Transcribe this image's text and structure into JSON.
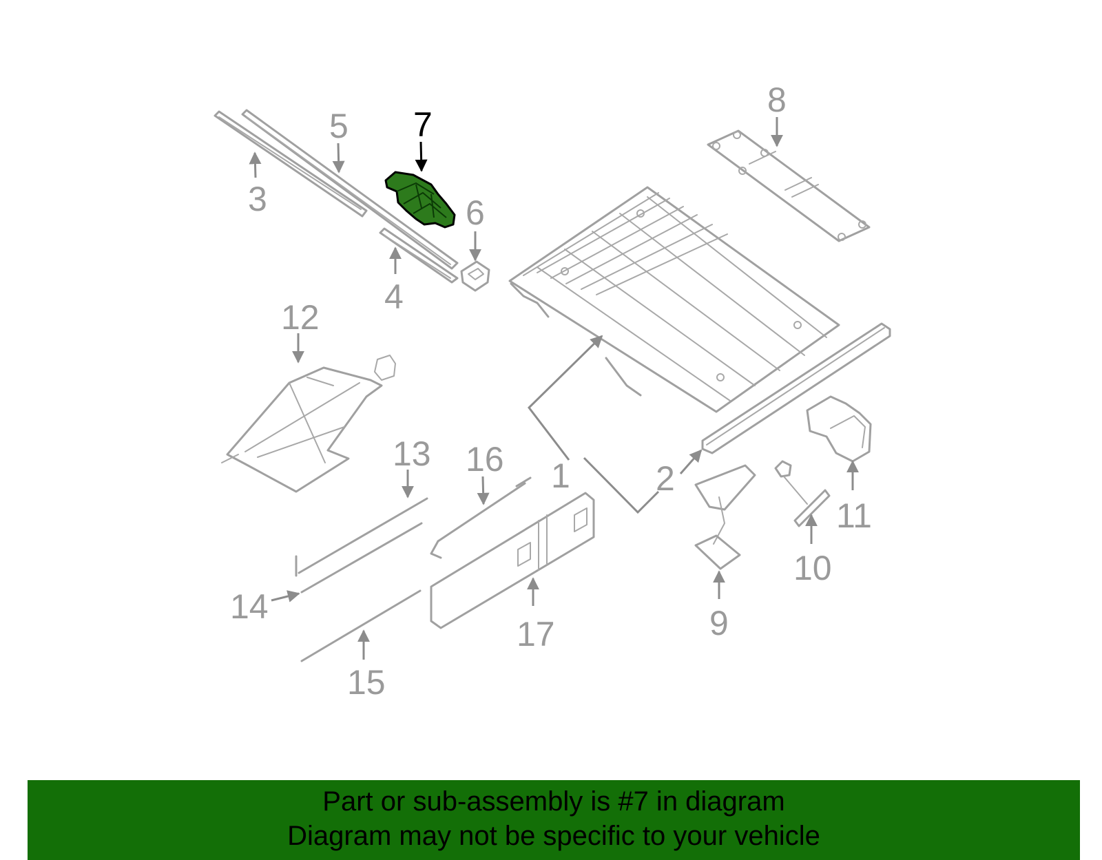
{
  "diagram": {
    "highlight_color": "#2d7a1c",
    "line_color": "#a0a0a0",
    "callouts": [
      {
        "id": "1",
        "label": "1"
      },
      {
        "id": "2",
        "label": "2"
      },
      {
        "id": "3",
        "label": "3"
      },
      {
        "id": "4",
        "label": "4"
      },
      {
        "id": "5",
        "label": "5"
      },
      {
        "id": "6",
        "label": "6"
      },
      {
        "id": "7",
        "label": "7",
        "highlighted": true
      },
      {
        "id": "8",
        "label": "8"
      },
      {
        "id": "9",
        "label": "9"
      },
      {
        "id": "10",
        "label": "10"
      },
      {
        "id": "11",
        "label": "11"
      },
      {
        "id": "12",
        "label": "12"
      },
      {
        "id": "13",
        "label": "13"
      },
      {
        "id": "14",
        "label": "14"
      },
      {
        "id": "15",
        "label": "15"
      },
      {
        "id": "16",
        "label": "16"
      },
      {
        "id": "17",
        "label": "17"
      }
    ]
  },
  "banner": {
    "background": "#136f07",
    "line1": "Part or sub-assembly is #7 in diagram",
    "line2": "Diagram may not be specific to your vehicle"
  }
}
